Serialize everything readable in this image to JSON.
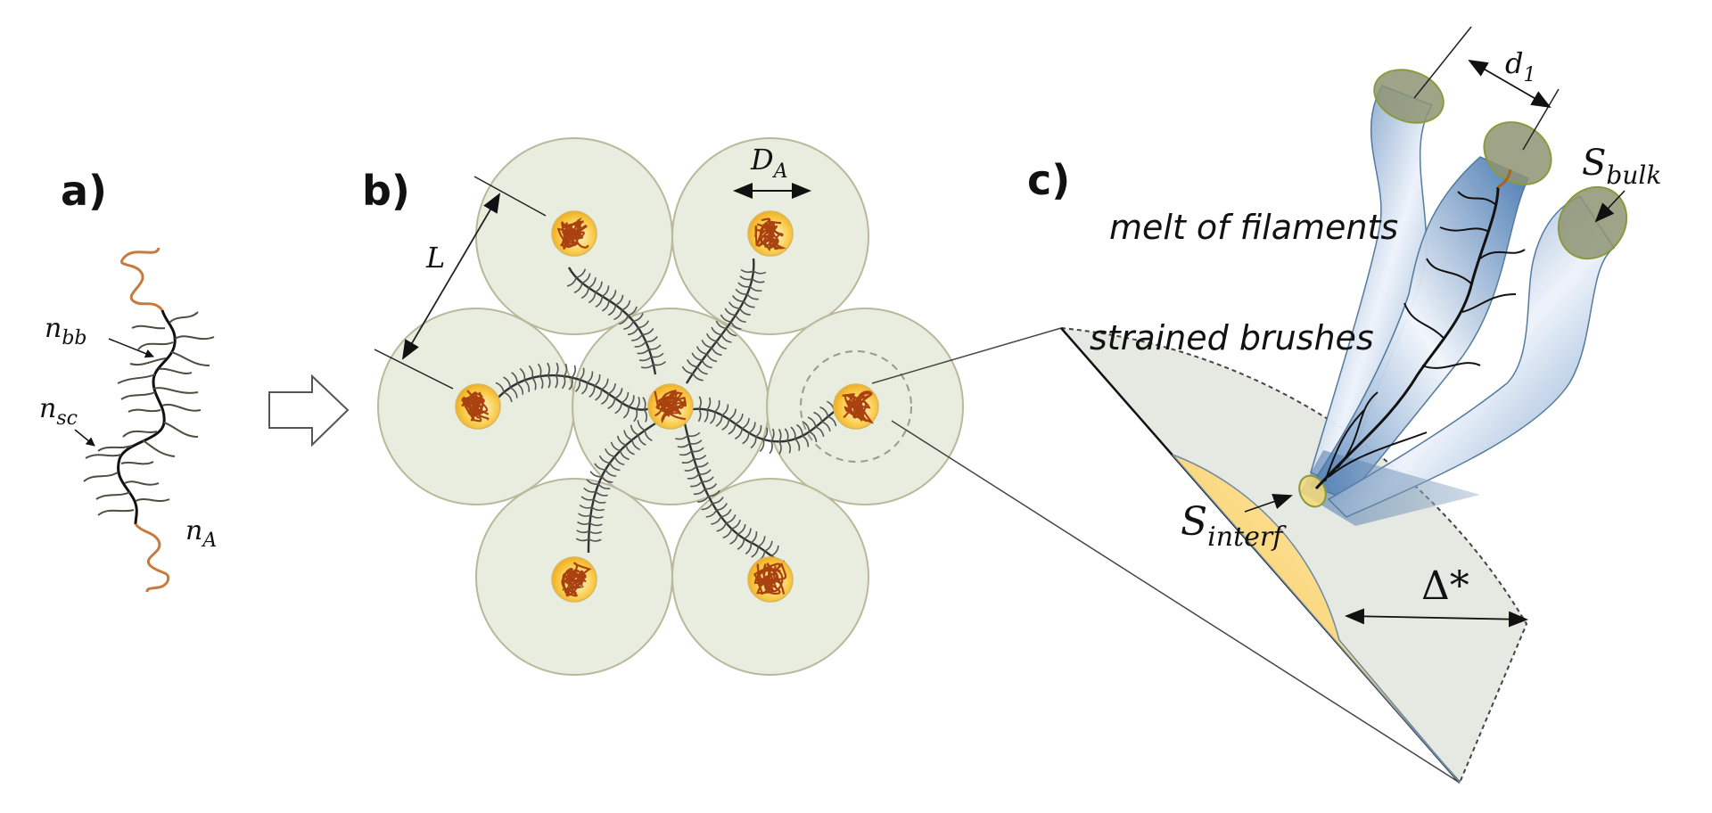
{
  "panels": {
    "a": {
      "label": "a)",
      "annotations": {
        "n_bb": {
          "main": "n",
          "sub": "bb"
        },
        "n_sc": {
          "main": "n",
          "sub": "sc"
        },
        "n_A": {
          "main": "n",
          "sub": "A"
        }
      }
    },
    "b": {
      "label": "b)",
      "annotations": {
        "L": "L",
        "D_A": {
          "main": "D",
          "sub": "A"
        }
      }
    },
    "c": {
      "label": "c)",
      "region_labels": {
        "melt": "melt of filaments",
        "strained": "strained brushes"
      },
      "annotations": {
        "d_1": {
          "main": "d",
          "sub": "1"
        },
        "S_bulk": {
          "main": "S",
          "sub": "bulk"
        },
        "S_interf": {
          "main": "S",
          "sub": "interf"
        },
        "Delta_star": "Δ*"
      }
    }
  },
  "colors": {
    "corona": "#e6ecdc",
    "corona_stroke": "#b9b89a",
    "core": "#f3b21c",
    "core_light": "#fff3c4",
    "coil": "#a9420f",
    "chain": "#333333",
    "sidechain": "#4d4d3f",
    "tail": "#c87a3e",
    "wedge": "#e6e9e2",
    "interface": "#f6c64a",
    "filament_dark": "#4f7fb6",
    "filament_light": "#eef3fb",
    "cap": "#8e9473"
  }
}
